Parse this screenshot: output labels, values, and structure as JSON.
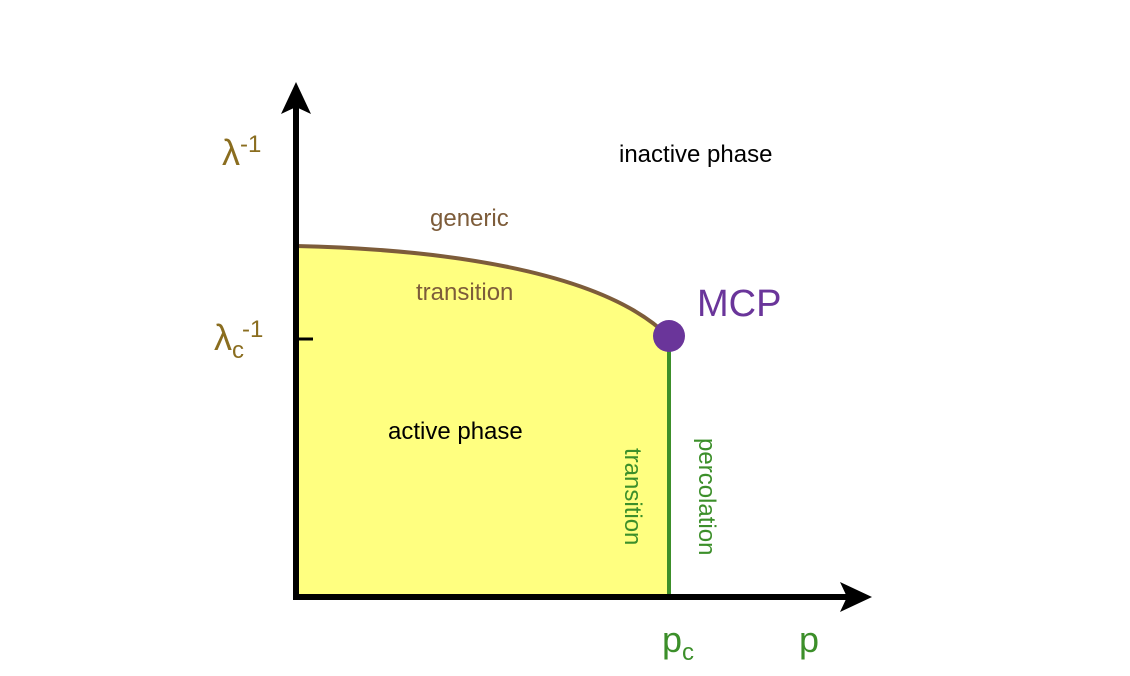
{
  "diagram": {
    "type": "phase-diagram",
    "colors": {
      "axis": "#000000",
      "active_fill": "#ffff80",
      "generic_line": "#7d5c3a",
      "percolation_line": "#3c8f2a",
      "mcp_point": "#6a359a",
      "y_axis_labels": "#8a6d1f"
    },
    "y_axis": {
      "label_base": "λ",
      "label_sup": "-1",
      "tick_label_base": "λ",
      "tick_label_sub": "c",
      "tick_label_sup": "-1"
    },
    "x_axis": {
      "label": "p",
      "tick_label_base": "p",
      "tick_label_sub": "c"
    },
    "regions": {
      "inactive": "inactive phase",
      "active": "active phase"
    },
    "boundaries": {
      "generic_upper": "generic",
      "generic_lower": "transition",
      "percolation_left": "transition",
      "percolation_right": "percolation"
    },
    "point": {
      "label": "MCP"
    }
  }
}
